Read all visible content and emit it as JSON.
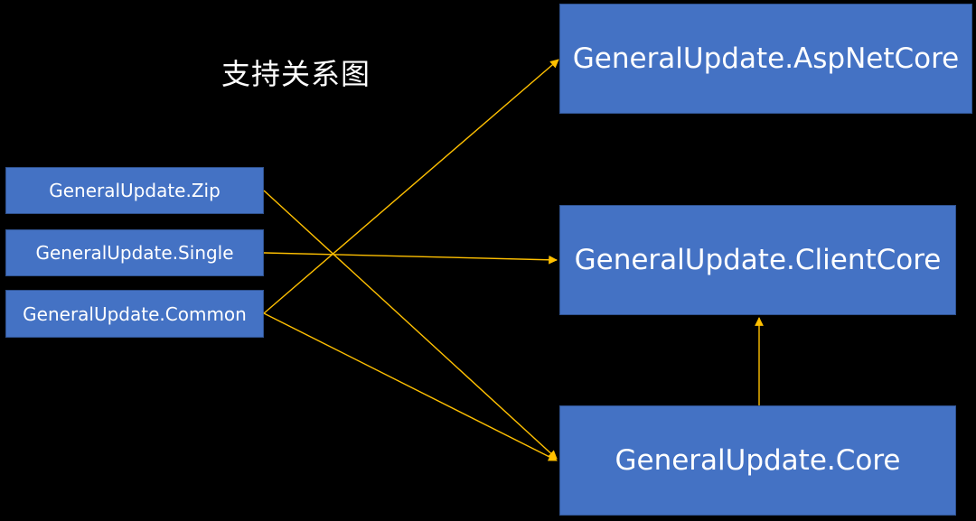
{
  "title": "支持关系图",
  "colors": {
    "background": "#000000",
    "node_fill": "#4472c4",
    "node_border": "#2f528f",
    "edge": "#ffc000",
    "text": "#ffffff"
  },
  "nodes": {
    "zip": "GeneralUpdate.Zip",
    "single": "GeneralUpdate.Single",
    "common": "GeneralUpdate.Common",
    "aspnetcore": "GeneralUpdate.AspNetCore",
    "clientcore": "GeneralUpdate.ClientCore",
    "core": "GeneralUpdate.Core"
  },
  "edges": [
    {
      "from": "zip",
      "to": "core"
    },
    {
      "from": "single",
      "to": "clientcore"
    },
    {
      "from": "common",
      "to": "aspnetcore"
    },
    {
      "from": "common",
      "to": "core"
    },
    {
      "from": "core",
      "to": "clientcore"
    }
  ]
}
